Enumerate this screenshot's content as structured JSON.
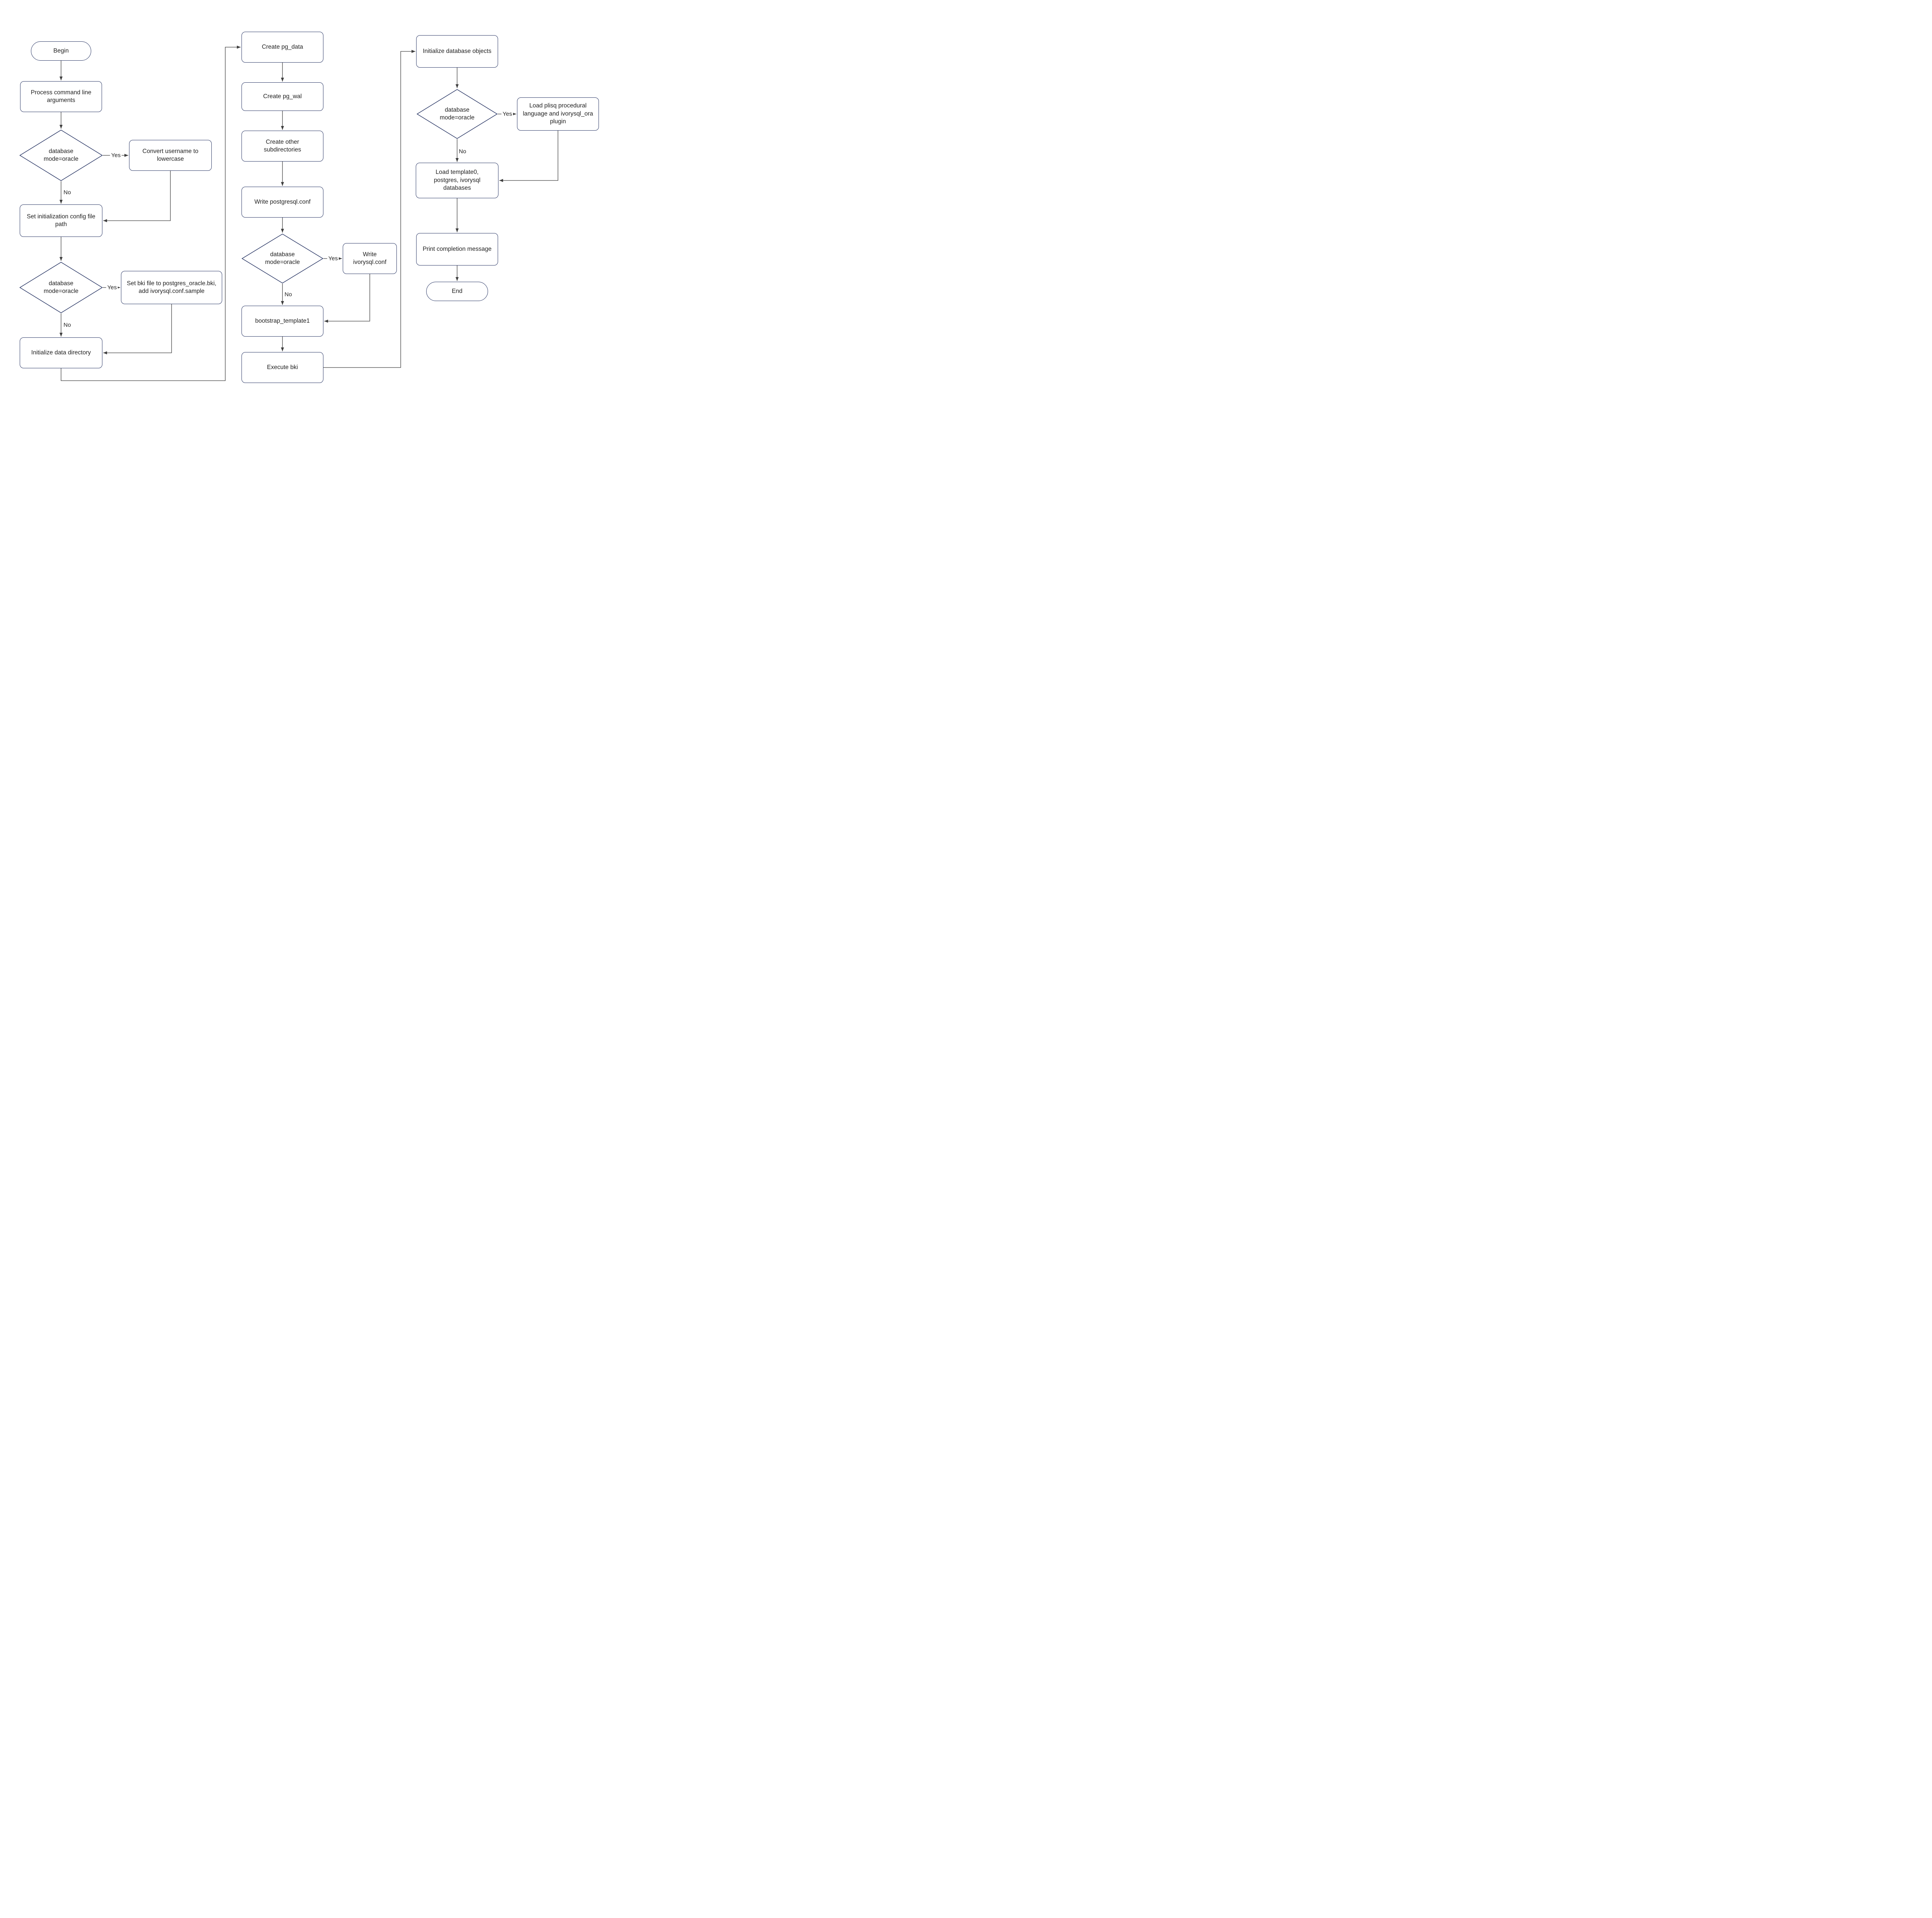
{
  "diagram": {
    "type": "flowchart",
    "background_color": "#ffffff",
    "colors": {
      "node_border": "#2b3866",
      "node_fill": "#ffffff",
      "edge": "#3f3f3f",
      "text": "#1f1f1f"
    },
    "nodes": {
      "begin": {
        "label": "Begin",
        "shape": "stadium"
      },
      "process_args": {
        "label": "Process command line arguments",
        "shape": "process"
      },
      "d1": {
        "label": "database mode=oracle",
        "shape": "decision"
      },
      "convert_username": {
        "label": "Convert username to lowercase",
        "shape": "process"
      },
      "set_config_path": {
        "label": "Set initialization config file path",
        "shape": "process"
      },
      "d2": {
        "label": "database mode=oracle",
        "shape": "decision"
      },
      "set_bki": {
        "label": "Set bki file to postgres_oracle.bki, add ivorysql.conf.sample",
        "shape": "process"
      },
      "init_data_dir": {
        "label": "Initialize data directory",
        "shape": "process"
      },
      "create_pg_data": {
        "label": "Create pg_data",
        "shape": "process"
      },
      "create_pg_wal": {
        "label": "Create pg_wal",
        "shape": "process"
      },
      "create_other_subdirs": {
        "label": "Create other subdirectories",
        "shape": "process"
      },
      "write_postgresql_conf": {
        "label": "Write postgresql.conf",
        "shape": "process"
      },
      "d3": {
        "label": "database mode=oracle",
        "shape": "decision"
      },
      "write_ivorysql_conf": {
        "label": "Write ivorysql.conf",
        "shape": "process"
      },
      "bootstrap_template1": {
        "label": "bootstrap_template1",
        "shape": "process"
      },
      "execute_bki": {
        "label": "Execute bki",
        "shape": "process"
      },
      "init_db_objects": {
        "label": "Initialize database objects",
        "shape": "process"
      },
      "d4": {
        "label": "database mode=oracle",
        "shape": "decision"
      },
      "load_plisq": {
        "label": "Load plisq procedural language and ivorysql_ora plugin",
        "shape": "process"
      },
      "load_templates": {
        "label": "Load template0, postgres, ivorysql databases",
        "shape": "process"
      },
      "print_completion": {
        "label": "Print completion message",
        "shape": "process"
      },
      "end": {
        "label": "End",
        "shape": "stadium"
      }
    },
    "edge_labels": {
      "yes": "Yes",
      "no": "No"
    }
  }
}
